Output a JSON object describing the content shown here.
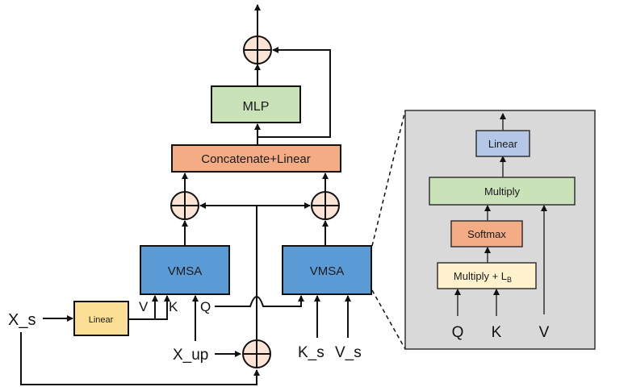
{
  "diagram": {
    "blocks": {
      "mlp": {
        "label": "MLP",
        "color": "#c9e2b8"
      },
      "concat_linear": {
        "label": "Concatenate+Linear",
        "color": "#f3ac84"
      },
      "vmsa_left": {
        "label": "VMSA",
        "color": "#5b9bd5"
      },
      "vmsa_right": {
        "label": "VMSA",
        "color": "#5b9bd5"
      },
      "linear_input": {
        "label": "Linear",
        "color": "#fbdf94"
      }
    },
    "inputs": {
      "x_s": "X_s",
      "x_up": "X_up",
      "k_s": "K_s",
      "v_s": "V_s",
      "v": "V",
      "k": "K",
      "q": "Q"
    },
    "detail_panel": {
      "background": "#d9d9d9",
      "blocks": {
        "linear": {
          "label": "Linear",
          "color": "#b4c7e7"
        },
        "multiply": {
          "label": "Multiply",
          "color": "#c9e2b8"
        },
        "softmax": {
          "label": "Softmax",
          "color": "#f3ac84"
        },
        "multiply_lb": {
          "label": "Multiply + L",
          "subscript": "B",
          "color": "#fff2cc"
        }
      },
      "inputs": {
        "q": "Q",
        "k": "K",
        "v": "V"
      }
    },
    "adder_color": "#fbe3d6"
  }
}
